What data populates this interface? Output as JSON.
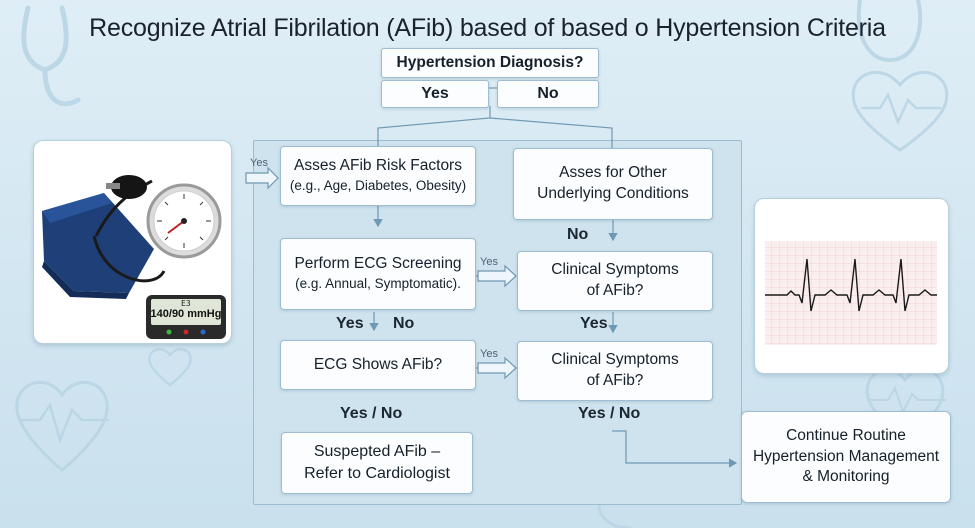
{
  "title": "Recognize Atrial Fibrilation (AFib) based of based o Hypertension Criteria",
  "diagnosis": {
    "question": "Hypertension Diagnosis?",
    "yes": "Yes",
    "no": "No"
  },
  "boxes": {
    "risk_factors": {
      "line1": "Asses AFib Risk Factors",
      "line2": "(e.g., Age, Diabetes, Obesity)"
    },
    "other_conditions": {
      "line1": "Asses for Other",
      "line2": "Underlying Conditions"
    },
    "ecg_screening": {
      "line1": "Perform ECG Screening",
      "line2": "(e.g. Annual, Symptomatic)."
    },
    "clinical_1": {
      "line1": "Clinical Symptoms",
      "line2": "of AFib?"
    },
    "ecg_shows": {
      "line1": "ECG Shows AFib?"
    },
    "clinical_2": {
      "line1": "Clinical Symptoms",
      "line2": "of AFib?"
    },
    "suspected": {
      "line1": "Suspepted AFib –",
      "line2": "Refer to Cardiologist"
    },
    "continue": {
      "line1": "Continue Routine",
      "line2": "Hypertension Management",
      "line3": "& Monitoring"
    }
  },
  "labels": {
    "yes_entry": "Yes",
    "no_right": "No",
    "yes_arrow_1": "Yes",
    "yes_arrow_2": "Yes",
    "yes_left": "Yes",
    "no_left": "No",
    "yes_right": "Yes",
    "yesno_left": "Yes / No",
    "yesno_right": "Yes / No"
  },
  "monitor": {
    "reading": "140/90 mmHg",
    "small": "ЕЗ"
  },
  "colors": {
    "background": "#d6e9f3",
    "panel": "#cfe3ee",
    "line": "#7fa6bf",
    "ecg_grid": "#f3cfcf"
  }
}
